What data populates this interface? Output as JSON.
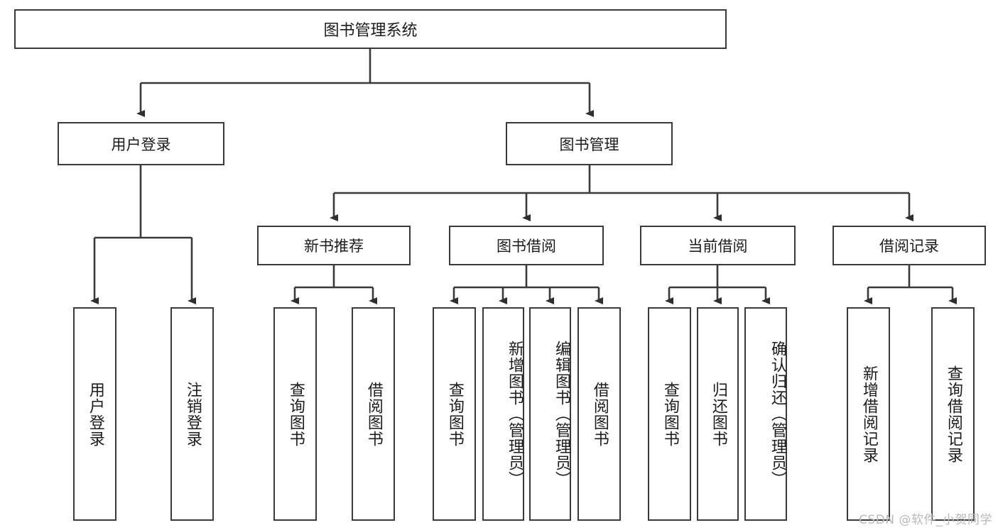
{
  "diagram": {
    "type": "tree",
    "title": "图书管理系统",
    "root": {
      "id": "root",
      "label": "图书管理系统"
    },
    "level1": [
      {
        "id": "user-login",
        "label": "用户登录"
      },
      {
        "id": "book-manage",
        "label": "图书管理"
      }
    ],
    "level2": [
      {
        "id": "new-book-recommend",
        "label": "新书推荐",
        "parent": "book-manage"
      },
      {
        "id": "book-borrow",
        "label": "图书借阅",
        "parent": "book-manage"
      },
      {
        "id": "current-borrow",
        "label": "当前借阅",
        "parent": "book-manage"
      },
      {
        "id": "borrow-record",
        "label": "借阅记录",
        "parent": "book-manage"
      }
    ],
    "leaves": [
      {
        "id": "leaf-user-login",
        "label": "用户登录",
        "parent": "user-login"
      },
      {
        "id": "leaf-logout",
        "label": "注销登录",
        "parent": "user-login"
      },
      {
        "id": "leaf-query-book-1",
        "label": "查询图书",
        "parent": "new-book-recommend"
      },
      {
        "id": "leaf-borrow-book-1",
        "label": "借阅图书",
        "parent": "new-book-recommend"
      },
      {
        "id": "leaf-query-book-2",
        "label": "查询图书",
        "parent": "book-borrow"
      },
      {
        "id": "leaf-add-book",
        "label": "新增图书（管理员）",
        "parent": "book-borrow"
      },
      {
        "id": "leaf-edit-book",
        "label": "编辑图书（管理员）",
        "parent": "book-borrow"
      },
      {
        "id": "leaf-borrow-book-2",
        "label": "借阅图书",
        "parent": "book-borrow"
      },
      {
        "id": "leaf-query-book-3",
        "label": "查询图书",
        "parent": "current-borrow"
      },
      {
        "id": "leaf-return-book",
        "label": "归还图书",
        "parent": "current-borrow"
      },
      {
        "id": "leaf-confirm-return",
        "label": "确认归还（管理员）",
        "parent": "current-borrow"
      },
      {
        "id": "leaf-add-record",
        "label": "新增借阅记录",
        "parent": "borrow-record"
      },
      {
        "id": "leaf-query-record",
        "label": "查询借阅记录",
        "parent": "borrow-record"
      }
    ],
    "colors": {
      "stroke": "#3a3a3a",
      "box_fill": "#ffffff",
      "text": "#1c1c1c",
      "background": "#ffffff",
      "watermark": "#b8b8b8"
    }
  },
  "watermark": {
    "text": "CSDN @软件_小贺同学"
  }
}
